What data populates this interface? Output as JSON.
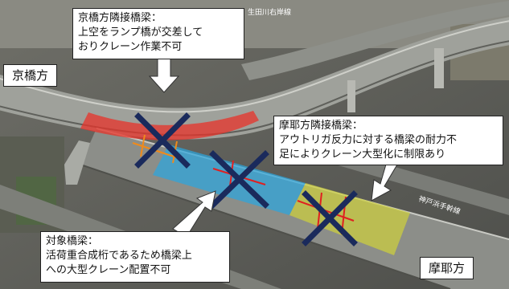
{
  "labels": {
    "kyobashi": "京橋方",
    "masaya": "摩耶方"
  },
  "callouts": {
    "kyobashi_adjacent": {
      "lines": [
        "京橋方隣接橋梁：",
        "上空をランプ橋が交差して",
        "おりクレーン作業不可"
      ]
    },
    "masaya_adjacent": {
      "lines": [
        "摩耶方隣接橋梁：",
        "アウトリガ反力に対する橋梁の耐力不",
        "足によりクレーン大型化に制限あり"
      ]
    },
    "target": {
      "lines": [
        "対象橋梁：",
        "活荷重合成桁であるため橋梁上",
        "への大型クレーン配置不可"
      ]
    }
  },
  "map_text": {
    "road_top": "生田川右岸線",
    "road_right": "神戸浜手幹線"
  },
  "colors": {
    "red_zone": "#e8332a",
    "blue_zone": "#2aa7e0",
    "yellow_zone": "#cfd23a",
    "cross": "#1a2a5c"
  }
}
